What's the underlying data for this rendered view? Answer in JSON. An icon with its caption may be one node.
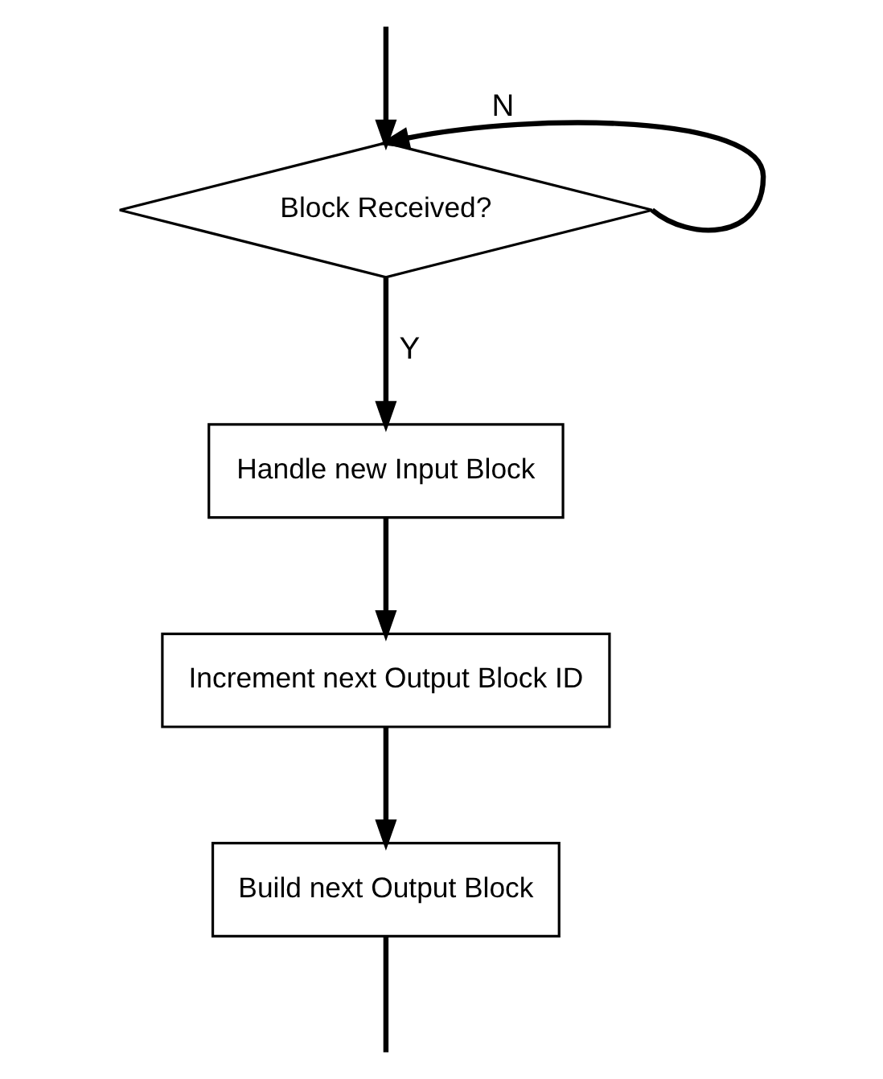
{
  "diagram": {
    "nodes": [
      {
        "text": [
          "Block Received?"
        ]
      },
      {
        "text": [
          "Handle new Input Block"
        ]
      },
      {
        "text": [
          "Increment next Output Block ID"
        ]
      },
      {
        "text": [
          "Build next Output Block"
        ]
      }
    ],
    "edges": [
      {
        "from": null,
        "to": 0,
        "arrow": "to"
      },
      {
        "from": 0,
        "to": 1,
        "arrow": "to",
        "label": "Y"
      },
      {
        "from": 0,
        "to": 0,
        "arrow": "to",
        "label": "N"
      },
      {
        "from": 1,
        "to": 2,
        "arrow": "to"
      },
      {
        "from": 2,
        "to": 3,
        "arrow": "to"
      },
      {
        "from": 3,
        "to": null,
        "arrow": "none"
      }
    ]
  }
}
